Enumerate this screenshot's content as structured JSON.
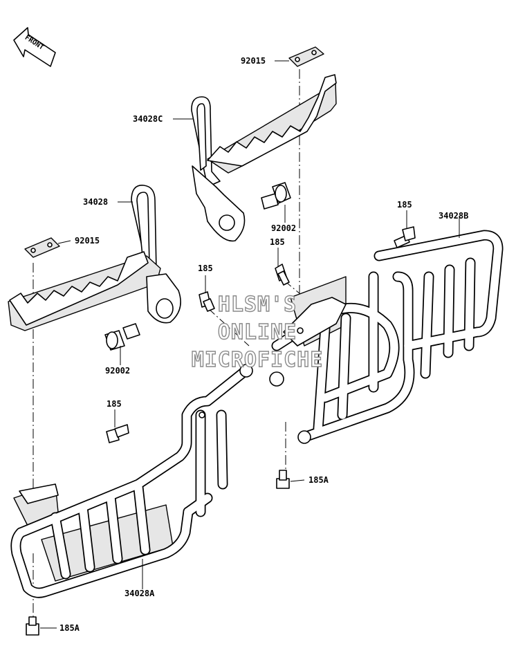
{
  "front_badge": {
    "label": "FRONT"
  },
  "watermark": {
    "line1": "HLSM'S",
    "line2": "ONLINE",
    "line3": "MICROFICHE"
  },
  "callouts": [
    {
      "id": "c-92015-top",
      "label": "92015"
    },
    {
      "id": "c-34028c",
      "label": "34028C"
    },
    {
      "id": "c-34028",
      "label": "34028"
    },
    {
      "id": "c-92015-left",
      "label": "92015"
    },
    {
      "id": "c-92002-right",
      "label": "92002"
    },
    {
      "id": "c-185-mid",
      "label": "185"
    },
    {
      "id": "c-185-top-right",
      "label": "185"
    },
    {
      "id": "c-34028b",
      "label": "34028B"
    },
    {
      "id": "c-185-center",
      "label": "185"
    },
    {
      "id": "c-92002-left",
      "label": "92002"
    },
    {
      "id": "c-185-left",
      "label": "185"
    },
    {
      "id": "c-185a-right",
      "label": "185A"
    },
    {
      "id": "c-34028a",
      "label": "34028A"
    },
    {
      "id": "c-185a-bottom",
      "label": "185A"
    }
  ]
}
